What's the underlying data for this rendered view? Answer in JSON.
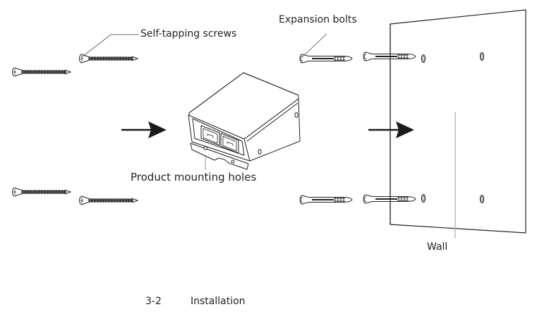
{
  "labels": {
    "self_tapping_screws": "Self-tapping screws",
    "expansion_bolts": "Expansion bolts",
    "product_mounting_holes": "Product mounting holes",
    "wall": "Wall"
  },
  "caption": {
    "number": "3-2",
    "title": "Installation"
  },
  "icons": {
    "screw": "self-tapping-screw-icon",
    "bolt": "expansion-bolt-icon",
    "device": "poe-injector-device-icon",
    "arrow": "arrow-right-icon",
    "wall": "wall-panel-icon"
  },
  "colors": {
    "line": "#222222",
    "leader": "#555555",
    "wall_leader": "#b5b5b5",
    "background": "#ffffff"
  }
}
